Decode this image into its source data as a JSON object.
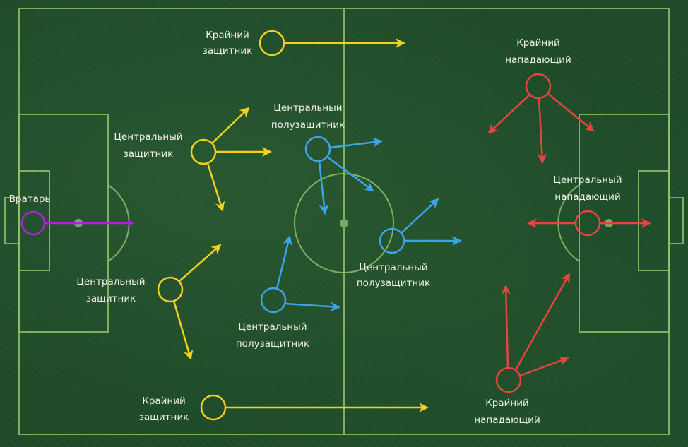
{
  "title": "Football formation diagram",
  "colors": {
    "goalkeeper": "#b51ee0",
    "defenders": "#f2d024",
    "midfielders": "#3ea3ea",
    "forwards": "#e8443f",
    "pitch": "#1e4b29",
    "lines": "#8fbf6a"
  },
  "players": {
    "goalkeeper": {
      "label": [
        "Вратарь"
      ]
    },
    "left_back_top": {
      "label": [
        "Крайний",
        "защитник"
      ]
    },
    "center_back_top": {
      "label": [
        "Центральный",
        "защитник"
      ]
    },
    "center_back_bottom": {
      "label": [
        "Центральный",
        "защитник"
      ]
    },
    "left_back_bottom": {
      "label": [
        "Крайний",
        "защитник"
      ]
    },
    "midfielder_top": {
      "label": [
        "Центральный",
        "полузащитник"
      ]
    },
    "midfielder_right": {
      "label": [
        "Центральный",
        "полузащитник"
      ]
    },
    "midfielder_bottom": {
      "label": [
        "Центральный",
        "полузащитник"
      ]
    },
    "winger_top": {
      "label": [
        "Крайний",
        "нападающий"
      ]
    },
    "center_forward": {
      "label": [
        "Центральный",
        "нападающий"
      ]
    },
    "winger_bottom": {
      "label": [
        "Крайний",
        "нападающий"
      ]
    }
  }
}
